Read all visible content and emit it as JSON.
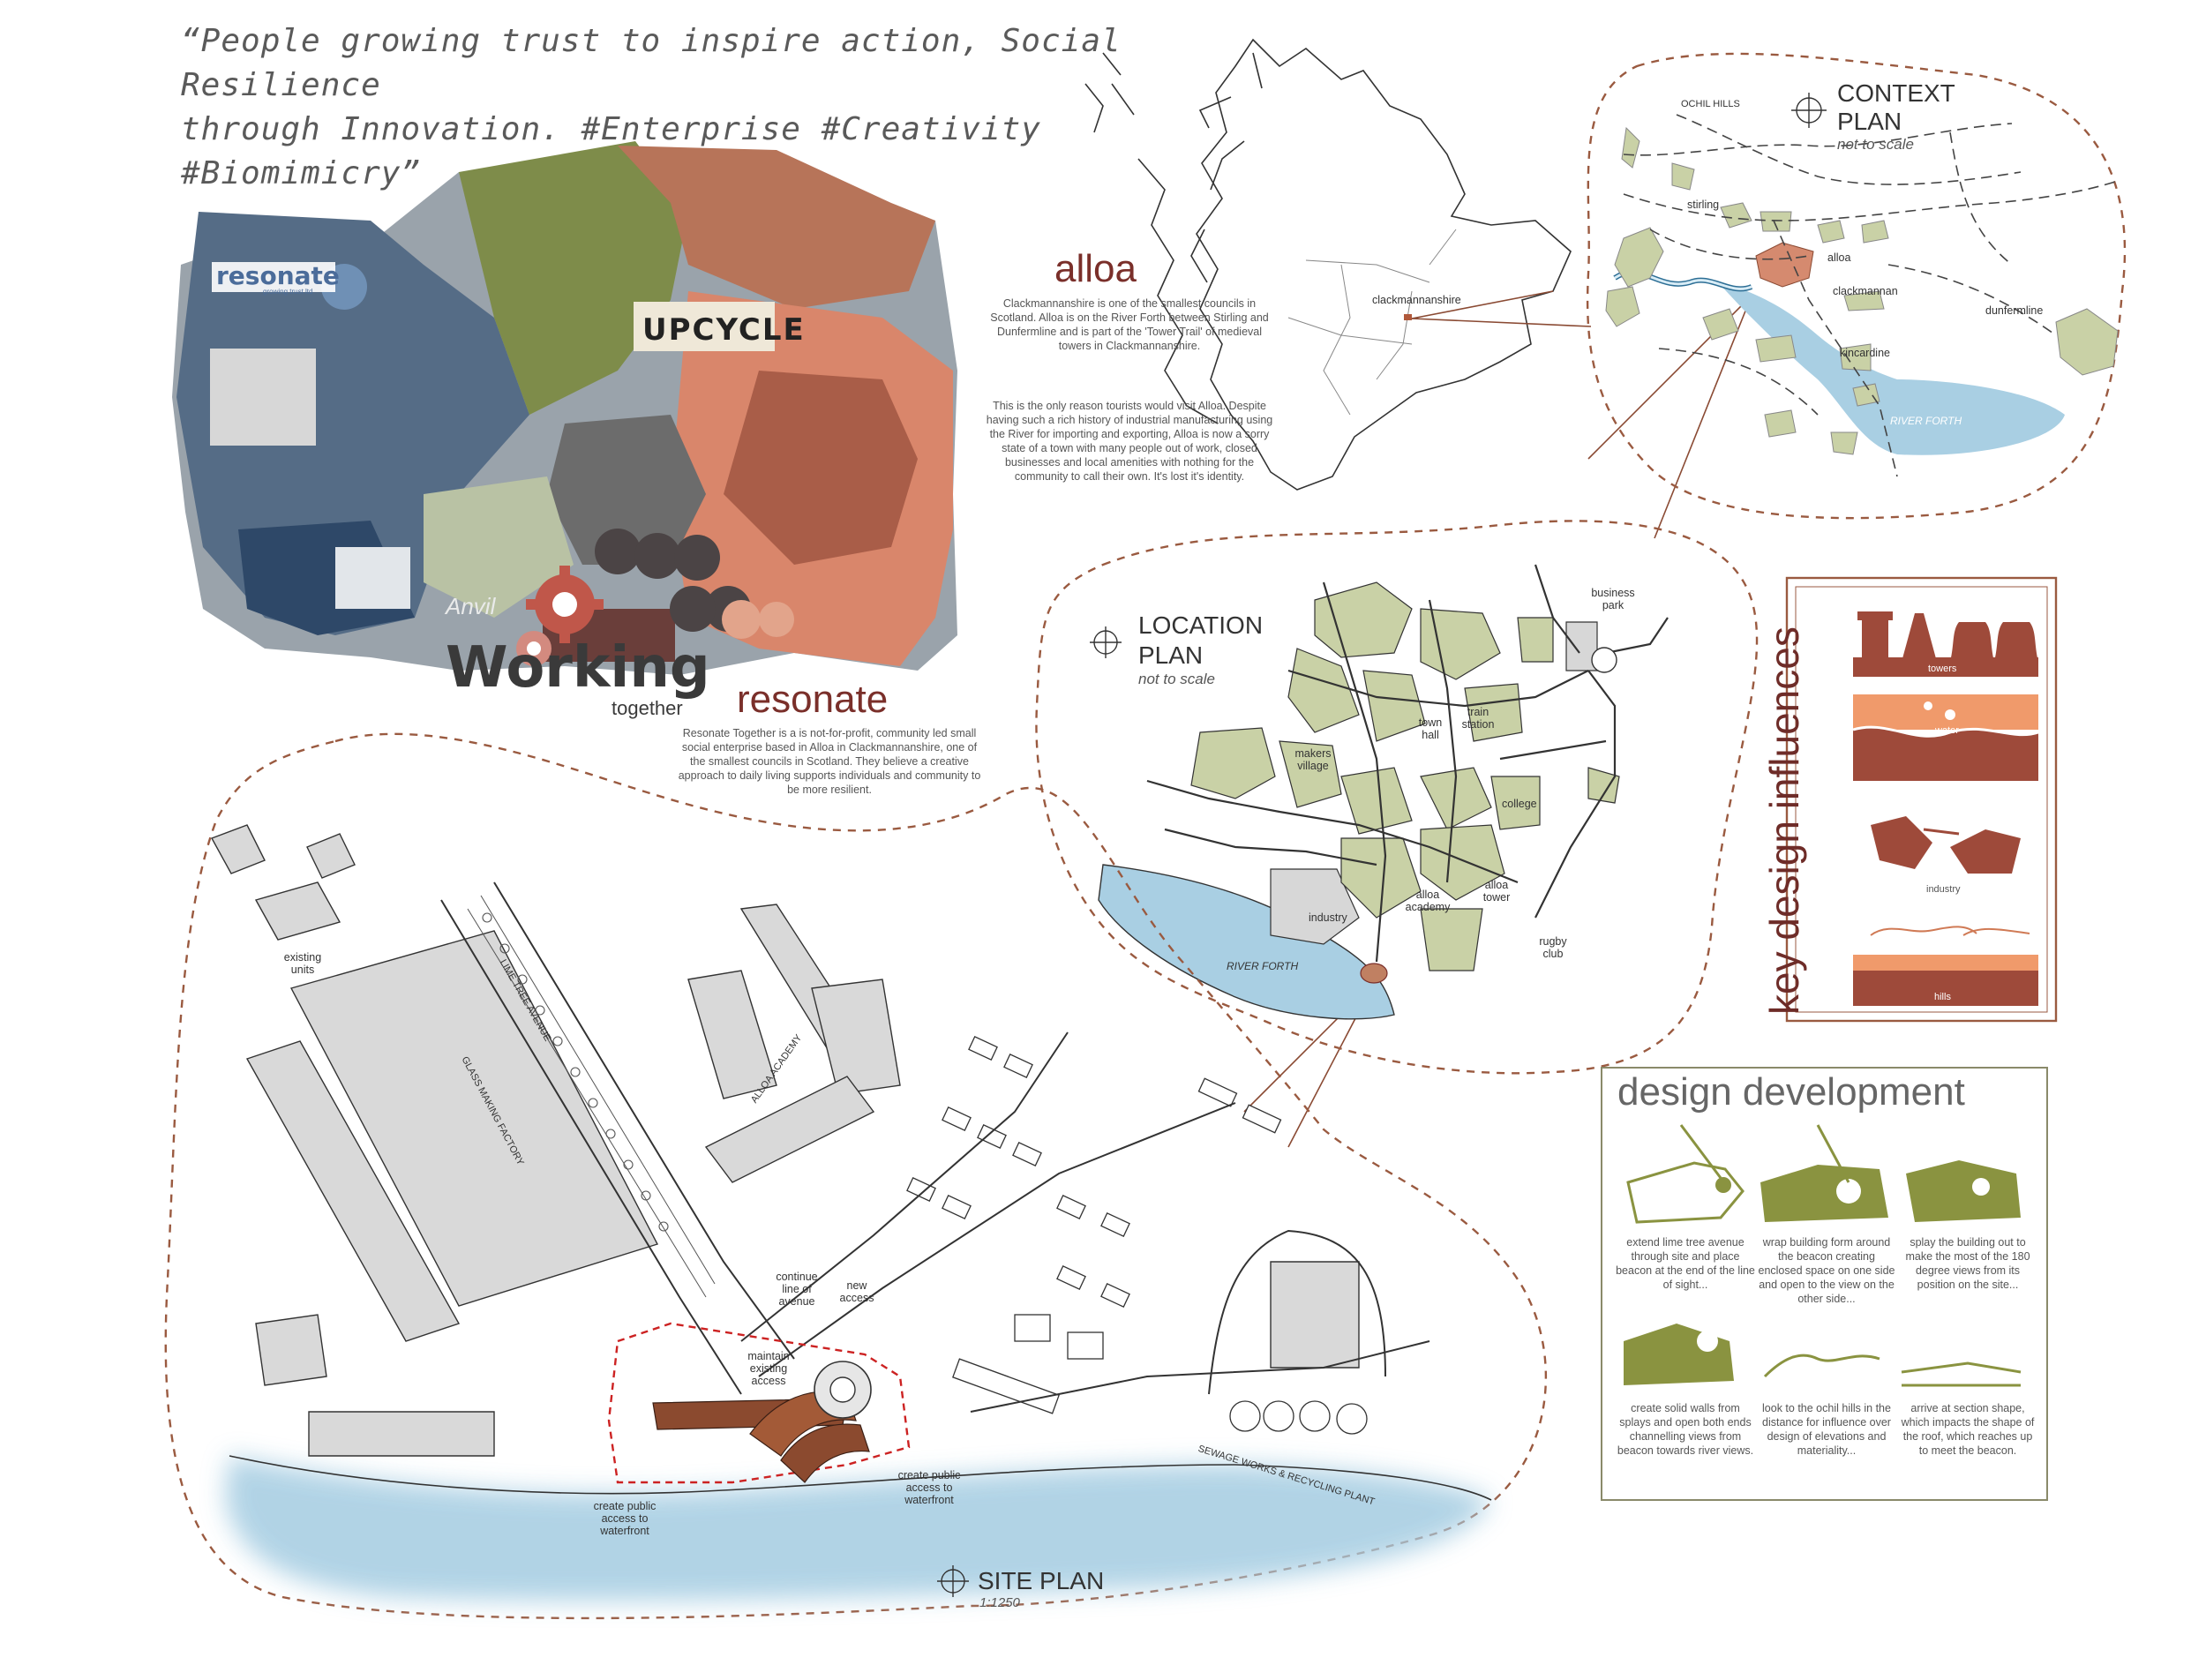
{
  "slogan": {
    "line1": "“People growing trust to inspire action, Social Resilience",
    "line2": "through Innovation. #Enterprise #Creativity #Biomimicry”"
  },
  "collage": {
    "resonate_logo": "resonate",
    "resonate_tag": "growing trust ltd",
    "upcycle": "UPCYCLE",
    "working": "Working",
    "together": "together",
    "anvil": "Anvil"
  },
  "alloa": {
    "heading": "alloa",
    "para1": "Clackmannanshire is one of the smallest councils in Scotland. Alloa is on the River Forth between Stirling and Dunfermline and is part of the 'Tower Trail' of medieval towers in Clackmannanshire.",
    "para2": "This is the only reason tourists would visit Alloa. Despite having such a rich history of industrial manufacturing using the River for importing and exporting, Alloa is now a sorry state of a town with many people out of work, closed businesses and local amenities with nothing for the community to call their own. It's lost it's identity."
  },
  "resonate": {
    "heading": "resonate",
    "para": "Resonate Together is a is not-for-profit, community led small social enterprise based in Alloa in Clackmannanshire, one of the smallest councils in Scotland. They believe a creative approach to daily living supports individuals and community to be more resilient."
  },
  "scotland_map": {
    "label": "clackmannanshire"
  },
  "context_plan": {
    "title_line1": "CONTEXT",
    "title_line2": "PLAN",
    "scale": "not to scale",
    "labels": {
      "ochil": "OCHIL HILLS",
      "stirling": "stirling",
      "alloa": "alloa",
      "clackmannan": "clackmannan",
      "dunfermline": "dunfermline",
      "kincardine": "kincardine",
      "river": "RIVER FORTH"
    }
  },
  "location_plan": {
    "title_line1": "LOCATION",
    "title_line2": "PLAN",
    "scale": "not to scale",
    "labels": {
      "business_park": "business park",
      "town_hall": "town hall",
      "train_station": "train station",
      "makers_village": "makers village",
      "college": "college",
      "alloa_tower": "alloa tower",
      "industry": "industry",
      "alloa_academy": "alloa academy",
      "rugby_club": "rugby club",
      "river": "RIVER FORTH"
    }
  },
  "key_design_influences": {
    "title": "key design influences",
    "items": [
      "towers",
      "water",
      "industry",
      "hills"
    ]
  },
  "design_development": {
    "title": "design development",
    "items": [
      "extend lime tree avenue through site and place beacon at the end of the line of sight...",
      "wrap building form around the beacon creating enclosed space on one side and open to the view on the other side...",
      "splay the building out to make the most of the 180 degree views from its position on the site...",
      "create solid walls from splays and open both ends channelling views from beacon towards river views.",
      "look to the ochil hills in the distance for influence over design of elevations and materiality...",
      "arrive at section shape, which impacts the shape of the roof, which reaches up to meet the beacon."
    ]
  },
  "site_plan": {
    "title": "SITE PLAN",
    "scale": "1:1250",
    "labels": {
      "existing_units": "existing units",
      "lime_tree": "LIME TREE AVENUE",
      "glass_factory": "GLASS MAKING FACTORY",
      "alloa_academy": "ALLOA ACADEMY",
      "continue_line": "continue line of avenue",
      "new_access": "new access",
      "maintain_access": "maintain existing access",
      "public_access_1": "create public access to waterfront",
      "public_access_2": "create public access to waterfront",
      "sewage": "SEWAGE WORKS & RECYCLING PLANT"
    }
  },
  "colors": {
    "accent": "#7a2f2a",
    "olive": "#8a9340",
    "green_fill": "#c8d0a2",
    "water": "#a9cfe3",
    "terracotta": "#a7574a",
    "orange": "#f09a6b"
  }
}
